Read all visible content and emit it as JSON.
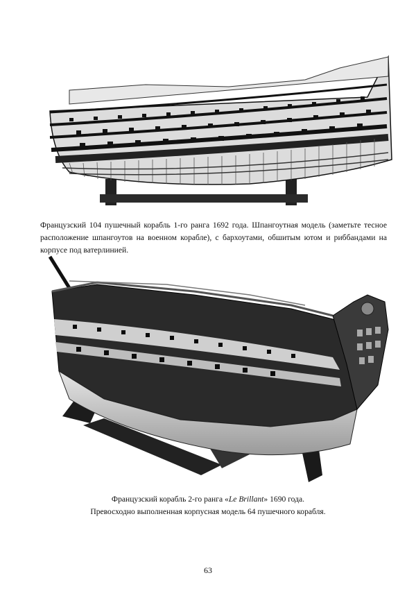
{
  "figure1": {
    "caption": "Французский 104 пушечный корабль 1-го ранга 1692 года. Шпангоутная модель (заметьте тесное расположение шпангоутов на военном корабле), с бархоутами, обшитым ютом и риббандами на корпусе под ватерлинией."
  },
  "figure2": {
    "caption_prefix": "Французский корабль 2-го ранга «",
    "caption_italic": "Le Brillant",
    "caption_suffix": "» 1690 года.",
    "caption_line2": "Превосходно выполненная корпусная модель 64 пушечного корабля."
  },
  "page_number": "63"
}
